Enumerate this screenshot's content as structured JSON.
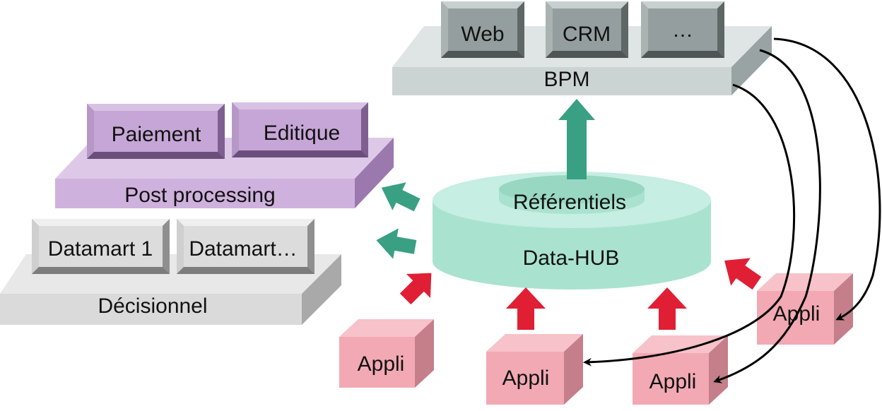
{
  "bpm": {
    "label": "BPM",
    "modules": [
      "Web",
      "CRM",
      "…"
    ]
  },
  "post_processing": {
    "label": "Post processing",
    "modules": [
      "Paiement",
      "Editique"
    ]
  },
  "decisionnel": {
    "label": "Décisionnel",
    "modules": [
      "Datamart 1",
      "Datamart…"
    ]
  },
  "hub": {
    "label": "Data-HUB",
    "referentiels_label": "Référentiels"
  },
  "applis": [
    "Appli",
    "Appli",
    "Appli",
    "Appli"
  ],
  "colors": {
    "bpm": "#ccd3d3",
    "post_processing": "#cfb1dd",
    "decisionnel": "#dadada",
    "hub": "#a9e3d0",
    "appli": "#f2a9b3",
    "flow_out": "#3aa083",
    "flow_in": "#e01f35"
  }
}
